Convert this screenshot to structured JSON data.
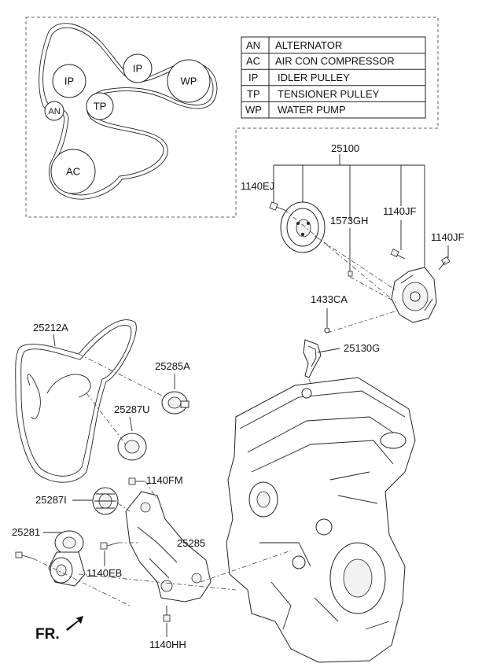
{
  "belt_layout": {
    "pulleys": [
      {
        "id": "ip_top",
        "label": "IP"
      },
      {
        "id": "wp",
        "label": "WP"
      },
      {
        "id": "ip_left",
        "label": "IP"
      },
      {
        "id": "an",
        "label": "AN"
      },
      {
        "id": "tp",
        "label": "TP"
      },
      {
        "id": "ac",
        "label": "AC"
      }
    ],
    "legend": [
      {
        "code": "AN",
        "name": "ALTERNATOR"
      },
      {
        "code": "AC",
        "name": "AIR CON COMPRESSOR"
      },
      {
        "code": "IP",
        "name": "IDLER PULLEY"
      },
      {
        "code": "TP",
        "name": "TENSIONER PULLEY"
      },
      {
        "code": "WP",
        "name": "WATER PUMP"
      }
    ]
  },
  "parts": {
    "p25100": "25100",
    "p1140ej": "1140EJ",
    "p1573gh": "1573GH",
    "p1140jf_a": "1140JF",
    "p1140jf_b": "1140JF",
    "p1433ca": "1433CA",
    "p25130g": "25130G",
    "p25212a": "25212A",
    "p25285a": "25285A",
    "p25287u": "25287U",
    "p1140fm": "1140FM",
    "p25287i": "25287I",
    "p25281": "25281",
    "p25285": "25285",
    "p1140eb": "1140EB",
    "p1140hh": "1140HH"
  },
  "direction_label": "FR."
}
